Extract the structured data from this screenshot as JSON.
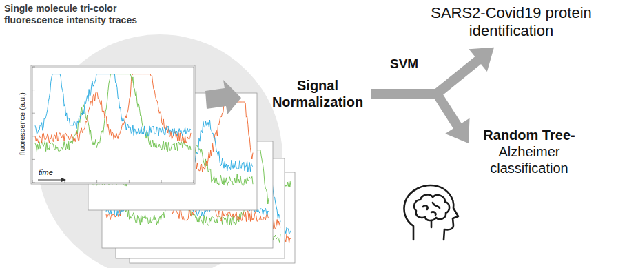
{
  "diagram": {
    "nodes": [
      {
        "text": [
          "Signal Normalization"
        ]
      },
      {
        "text": [
          "SARS2-Covid19 protein identification"
        ]
      },
      {
        "text": [
          "Random Tree-",
          "Alzheimer classification"
        ]
      }
    ],
    "edges": [
      {
        "from": 0,
        "to": 1,
        "arrow": "to",
        "label": "SVM"
      },
      {
        "from": 0,
        "to": 2,
        "arrow": "to"
      }
    ],
    "labels": [
      "Single molecule tri-color fluorescence intensity traces",
      "fluorescence (a.u.)",
      "time"
    ]
  }
}
